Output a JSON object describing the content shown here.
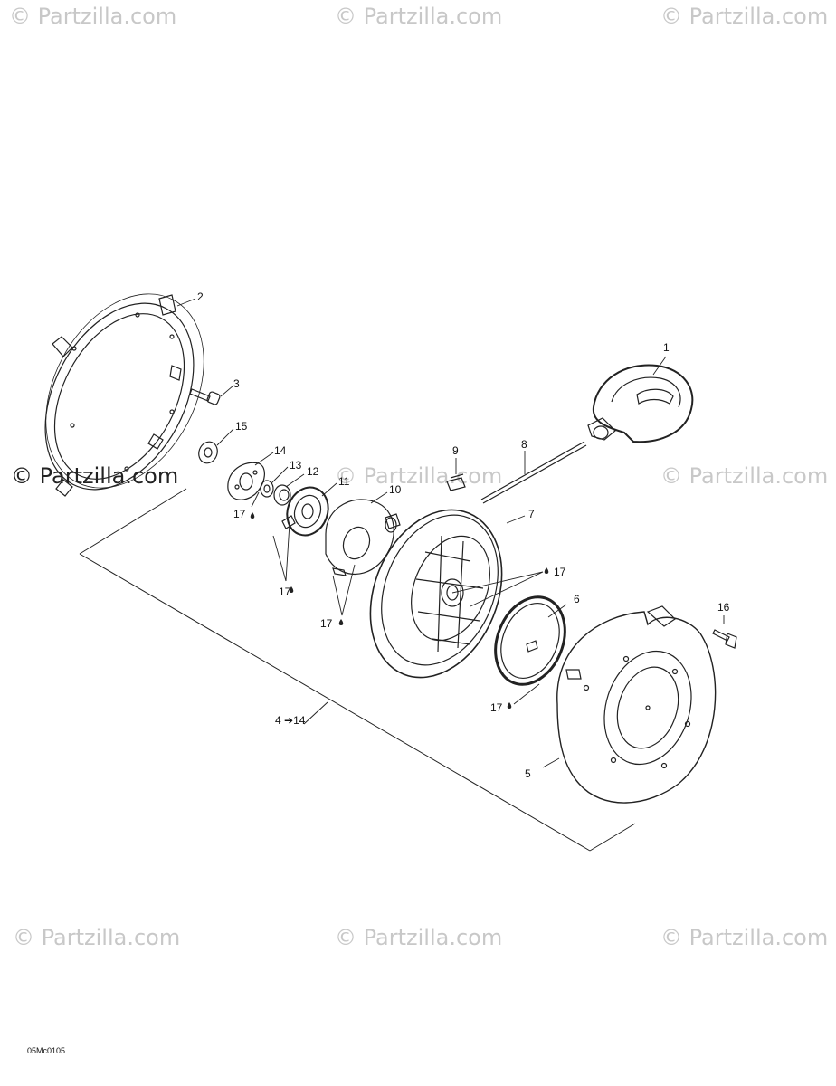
{
  "watermark": "© Partzilla.com",
  "watermark_primary": "© Partzilla.com",
  "diagram_code": "05Mc0105",
  "callouts": {
    "c1": "1",
    "c2": "2",
    "c3": "3",
    "c4_14": "4 ➔14",
    "c5": "5",
    "c6": "6",
    "c7": "7",
    "c8": "8",
    "c9": "9",
    "c10": "10",
    "c11": "11",
    "c12": "12",
    "c13": "13",
    "c14": "14",
    "c15": "15",
    "c16": "16",
    "c17a": "17",
    "c17b": "17",
    "c17c": "17",
    "c17d": "17",
    "c17e": "17"
  },
  "colors": {
    "line": "#222222",
    "watermark": "#c8c8c8",
    "background": "#ffffff"
  }
}
